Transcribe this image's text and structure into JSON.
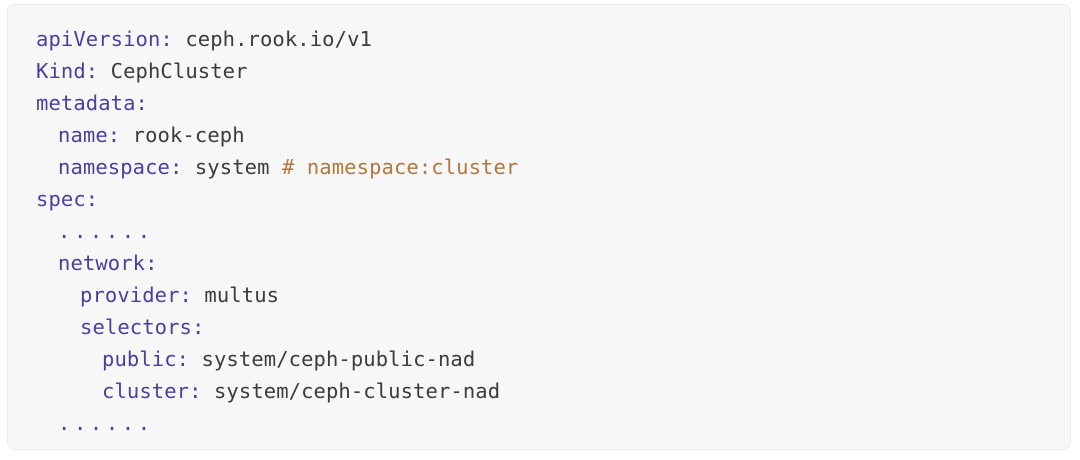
{
  "card": {
    "background": "#f7f7f8",
    "border_color": "#ececed",
    "key_color": "#4b3f9e",
    "value_color": "#3b3b3c",
    "comment_color": "#b1773f",
    "language": "yaml"
  },
  "code": {
    "lines": [
      {
        "indent": 0,
        "key": "apiVersion:",
        "value": " ceph.rook.io/v1",
        "comment": ""
      },
      {
        "indent": 0,
        "key": "Kind:",
        "value": " CephCluster",
        "comment": ""
      },
      {
        "indent": 0,
        "key": "metadata:",
        "value": "",
        "comment": ""
      },
      {
        "indent": 1,
        "key": "name:",
        "value": " rook-ceph",
        "comment": ""
      },
      {
        "indent": 1,
        "key": "namespace:",
        "value": " system ",
        "comment": "# namespace:cluster"
      },
      {
        "indent": 0,
        "key": "spec:",
        "value": "",
        "comment": ""
      },
      {
        "indent": 1,
        "key": "",
        "value": "",
        "comment": "",
        "dots": "......"
      },
      {
        "indent": 1,
        "key": "network:",
        "value": "",
        "comment": ""
      },
      {
        "indent": 2,
        "key": "provider:",
        "value": " multus",
        "comment": ""
      },
      {
        "indent": 2,
        "key": "selectors:",
        "value": "",
        "comment": ""
      },
      {
        "indent": 3,
        "key": "public:",
        "value": " system/ceph-public-nad",
        "comment": ""
      },
      {
        "indent": 3,
        "key": "cluster:",
        "value": " system/ceph-cluster-nad",
        "comment": ""
      },
      {
        "indent": 1,
        "key": "",
        "value": "",
        "comment": "",
        "dots": "......"
      }
    ]
  }
}
